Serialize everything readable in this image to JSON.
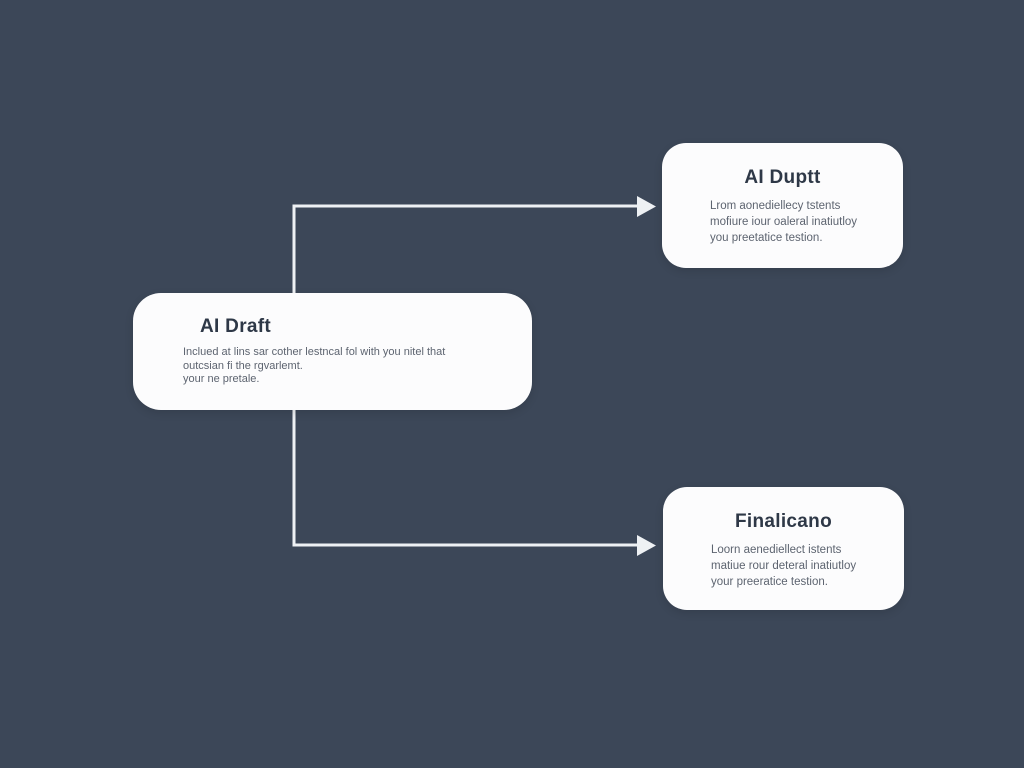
{
  "canvas": {
    "background_color": "#3c4758",
    "connector_color": "#eef1f4",
    "node_background_color": "#fcfcfd",
    "title_color": "#2e3847",
    "body_text_color": "#5d6470"
  },
  "nodes": {
    "draft": {
      "title": "AI Draft",
      "body_lines": [
        "Inclued at lins sar cother lestncal fol with you nitel that",
        "outcsian fi the rgvarlemt.",
        "your ne pretale."
      ]
    },
    "output": {
      "title": "AI Duptt",
      "body_lines": [
        "Lrom aonediellecy tstents",
        "mofiure iour oaleral inatiutloy",
        "you preetatice testion."
      ]
    },
    "final": {
      "title": "Finalicano",
      "body_lines": [
        "Loorn aenediellect istents",
        "matiue rour deteral inatiutloy",
        "your preeratice testion."
      ]
    }
  }
}
